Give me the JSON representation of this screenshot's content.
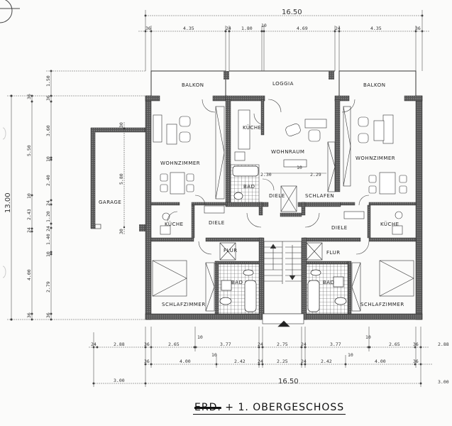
{
  "title": {
    "struck_prefix": "ERD.",
    "connector": " + ",
    "main": "1. OBERGESCHOSS"
  },
  "rooms": {
    "balkon_left": "BALKON",
    "loggia": "LOGGIA",
    "balkon_right": "BALKON",
    "wohnzimmer_left": "WOHNZIMMER",
    "kueche_center": "KÜCHE",
    "wohnraum": "WOHNRAUM",
    "wohnzimmer_right": "WOHNZIMMER",
    "bad_center": "BAD",
    "diele_center": "DIELE",
    "schlafen": "SCHLAFEN",
    "garage": "GARAGE",
    "kueche_left": "KÜCHE",
    "diele_left": "DIELE",
    "diele_right": "DIELE",
    "kueche_right": "KÜCHE",
    "flur_left": "FLUR",
    "flur_right": "FLUR",
    "bad_left": "BAD",
    "bad_right": "BAD",
    "schlafzimmer_left": "SCHLAFZIMMER",
    "schlafzimmer_right": "SCHLAFZIMMER"
  },
  "dimensions": {
    "top_total": "16.50",
    "top_segments": [
      "36",
      "4.35",
      "24",
      "1.80",
      "10",
      "4.69",
      "24",
      "4.35",
      "36"
    ],
    "bottom_row1": [
      "24",
      "2.88",
      "36",
      "2.65",
      "10",
      "3.77",
      "24",
      "2.75",
      "24",
      "3.77",
      "10",
      "2.65",
      "36",
      "2.88"
    ],
    "bottom_row2": [
      "36",
      "4.00",
      "10",
      "2.42",
      "24",
      "2.25",
      "24",
      "2.42",
      "10",
      "4.00",
      "36"
    ],
    "bottom_total": "16.50",
    "bottom_left": "3.00",
    "bottom_right": "3.00",
    "left_total": "13.00",
    "left_col1": [
      "36",
      "5.50",
      "10",
      "2.43",
      "24",
      "4.00",
      "36"
    ],
    "left_col2": [
      "1.50",
      "36",
      "3.60",
      "10",
      "2.40",
      "24",
      "1.20",
      "24",
      "1.40",
      "10",
      "2.79",
      "36"
    ],
    "garage_depth": "5.80",
    "garage_top": "30",
    "garage_bottom": "30",
    "wohnraum_left": "2.30",
    "wohnraum_mid": "10",
    "wohnraum_right": "2.29"
  }
}
